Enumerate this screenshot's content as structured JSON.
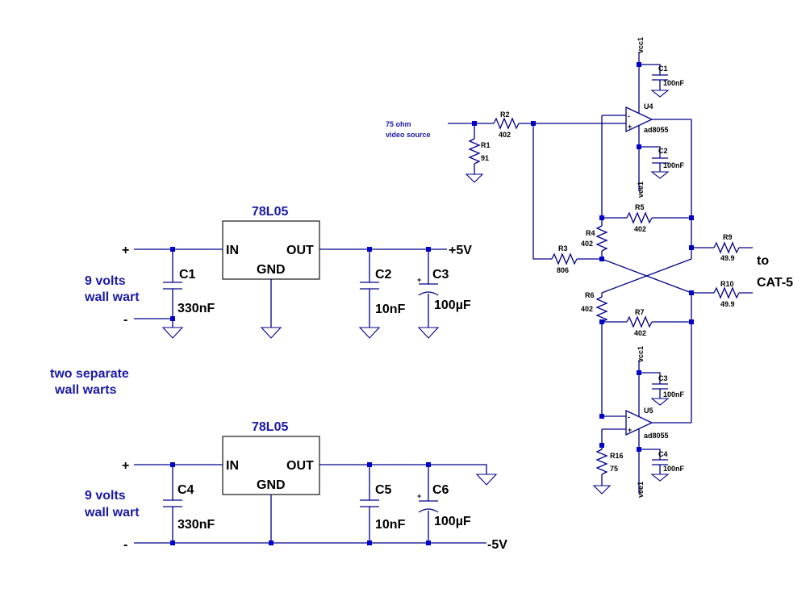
{
  "regulator_top": {
    "ic": "78L05",
    "pin_in": "IN",
    "pin_out": "OUT",
    "pin_gnd": "GND",
    "plus": "+",
    "minus": "-",
    "c1": "C1",
    "c1_val": "330nF",
    "c2": "C2",
    "c2_val": "10nF",
    "c3": "C3",
    "c3_val": "100µF",
    "c3_plus": "+",
    "rail": "+5V",
    "source_line1": "9 volts",
    "source_line2": "wall wart"
  },
  "note_line1": "two separate",
  "note_line2": "wall warts",
  "regulator_bottom": {
    "ic": "78L05",
    "pin_in": "IN",
    "pin_out": "OUT",
    "pin_gnd": "GND",
    "plus": "+",
    "minus": "-",
    "c4": "C4",
    "c4_val": "330nF",
    "c5": "C5",
    "c5_val": "10nF",
    "c6": "C6",
    "c6_val": "100µF",
    "c6_plus": "+",
    "rail": "-5V",
    "source_line1": "9 volts",
    "source_line2": "wall wart"
  },
  "driver": {
    "source_line1": "75 ohm",
    "source_line2": "video source",
    "r1": "R1",
    "r1_val": "91",
    "r2": "R2",
    "r2_val": "402",
    "r3": "R3",
    "r3_val": "806",
    "r4": "R4",
    "r4_val": "402",
    "r5": "R5",
    "r5_val": "402",
    "r6": "R6",
    "r6_val": "402",
    "r7": "R7",
    "r7_val": "402",
    "r9": "R9",
    "r9_val": "49.9",
    "r10": "R10",
    "r10_val": "49.9",
    "r16": "R16",
    "r16_val": "75",
    "c1": "C1",
    "c1_val": "100nF",
    "c2": "C2",
    "c2_val": "100nF",
    "c3": "C3",
    "c3_val": "100nF",
    "c4": "C4",
    "c4_val": "100nF",
    "u4": "U4",
    "u4_part": "ad8055",
    "u5": "U5",
    "u5_part": "ad8055",
    "vcc_top": "vcc1",
    "vee_top": "vee1",
    "vcc_bot": "vcc1",
    "vee_bot": "vee1",
    "plus_sign": "+",
    "minus_sign": "-",
    "out_line1": "to",
    "out_line2": "CAT-5"
  }
}
